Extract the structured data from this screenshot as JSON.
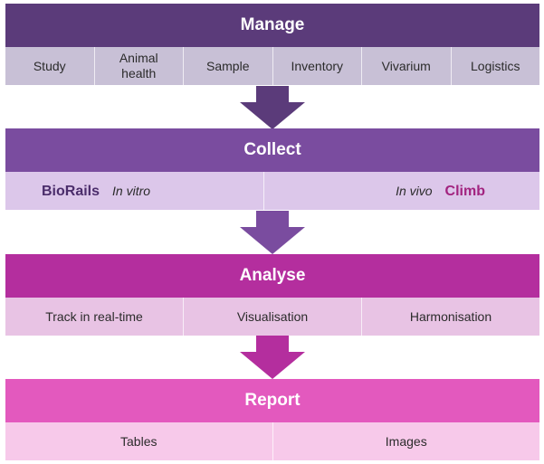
{
  "colors": {
    "manage_header": "#5b3b7a",
    "manage_row": "#c8c0d6",
    "collect_header": "#7a4c9f",
    "collect_row": "#dcc7ea",
    "analyse_header": "#b42e9e",
    "analyse_row": "#e8c3e4",
    "report_header": "#e359be",
    "report_row": "#f7c9ea",
    "biorails_text": "#4b2d6b",
    "climb_text": "#a2237f"
  },
  "manage": {
    "title": "Manage",
    "items": [
      "Study",
      "Animal\nhealth",
      "Sample",
      "Inventory",
      "Vivarium",
      "Logistics"
    ]
  },
  "collect": {
    "title": "Collect",
    "left_brand": "BioRails",
    "left_mode": "In vitro",
    "right_mode": "In vivo",
    "right_brand": "Climb"
  },
  "analyse": {
    "title": "Analyse",
    "items": [
      "Track in real-time",
      "Visualisation",
      "Harmonisation"
    ]
  },
  "report": {
    "title": "Report",
    "items": [
      "Tables",
      "Images"
    ]
  }
}
